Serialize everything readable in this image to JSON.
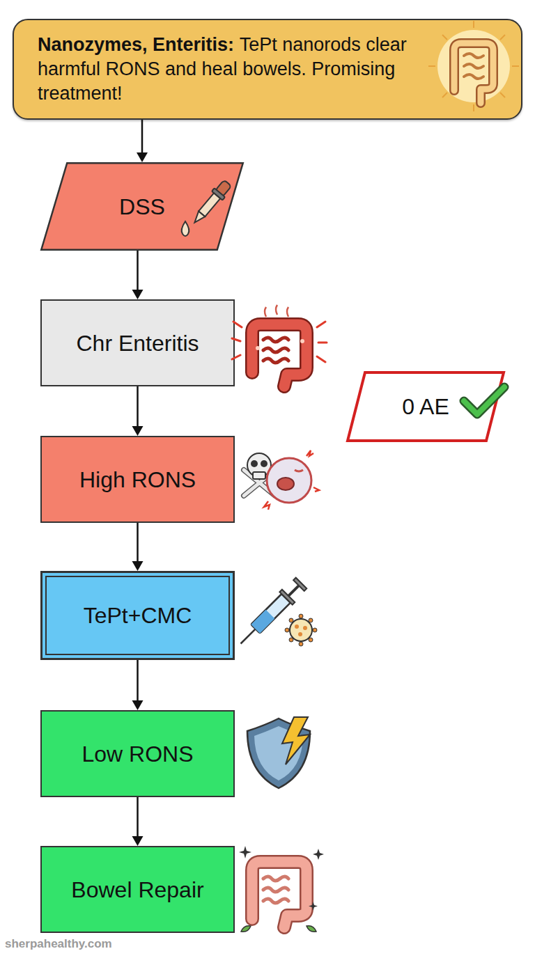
{
  "diagram": {
    "nodes": [
      {
        "text": [
          "Nanozymes, Enteritis:",
          "TePt nanorods clear harmful RONS and heal bowels. Promising treatment!"
        ]
      },
      {
        "text": [
          "DSS"
        ]
      },
      {
        "text": [
          "Chr Enteritis"
        ]
      },
      {
        "text": [
          "High RONS"
        ]
      },
      {
        "text": [
          "TePt+CMC"
        ]
      },
      {
        "text": [
          "Low RONS"
        ]
      },
      {
        "text": [
          "Bowel Repair"
        ]
      },
      {
        "text": [
          "0 AE"
        ]
      }
    ],
    "edges": [
      {
        "from": 0,
        "to": 1,
        "arrow": "to"
      },
      {
        "from": 1,
        "to": 2,
        "arrow": "to"
      },
      {
        "from": 2,
        "to": 3,
        "arrow": "to"
      },
      {
        "from": 3,
        "to": 4,
        "arrow": "to"
      },
      {
        "from": 4,
        "to": 5,
        "arrow": "to"
      },
      {
        "from": 5,
        "to": 6,
        "arrow": "to"
      }
    ],
    "labels": [
      "sherpahealthy.com"
    ]
  }
}
